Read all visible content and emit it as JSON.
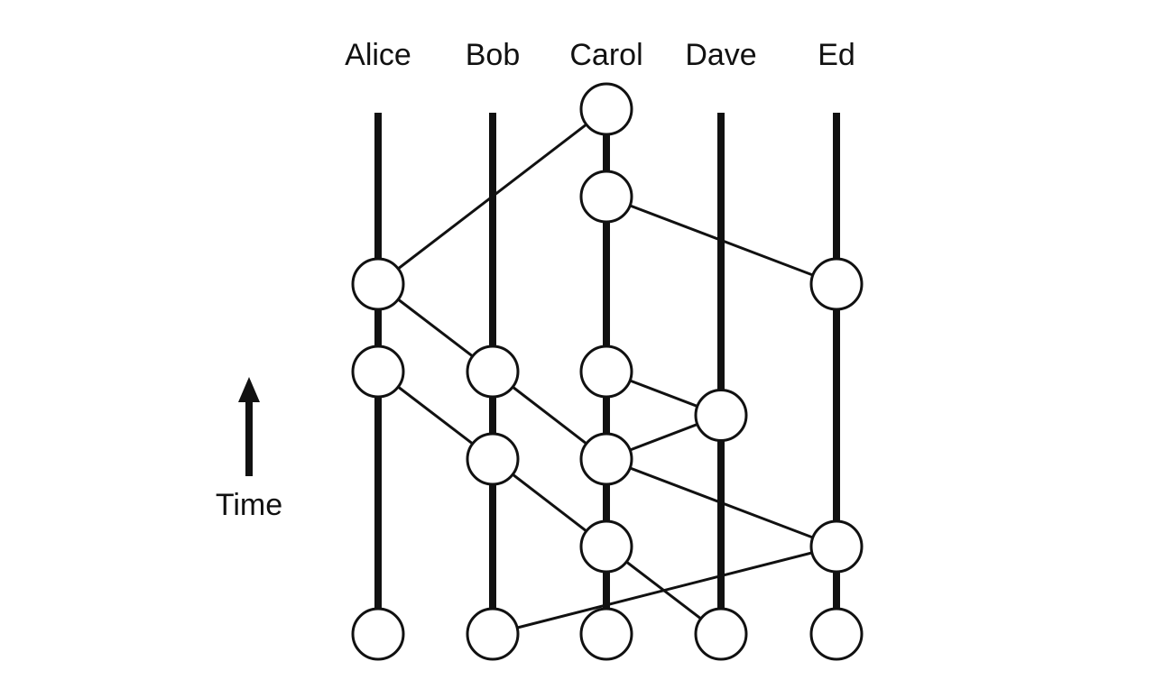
{
  "members": [
    "Alice",
    "Bob",
    "Carol",
    "Dave",
    "Ed"
  ],
  "time_label": "Time",
  "events": [
    {
      "member": "Carol",
      "row": 0
    },
    {
      "member": "Carol",
      "row": 1
    },
    {
      "member": "Alice",
      "row": 2
    },
    {
      "member": "Ed",
      "row": 2
    },
    {
      "member": "Alice",
      "row": 3
    },
    {
      "member": "Bob",
      "row": 3
    },
    {
      "member": "Carol",
      "row": 3
    },
    {
      "member": "Dave",
      "row": 3.5
    },
    {
      "member": "Bob",
      "row": 4
    },
    {
      "member": "Carol",
      "row": 4
    },
    {
      "member": "Carol",
      "row": 5
    },
    {
      "member": "Ed",
      "row": 5
    },
    {
      "member": "Alice",
      "row": 6
    },
    {
      "member": "Bob",
      "row": 6
    },
    {
      "member": "Carol",
      "row": 6
    },
    {
      "member": "Dave",
      "row": 6
    },
    {
      "member": "Ed",
      "row": 6
    }
  ],
  "edges": [
    [
      2,
      0
    ],
    [
      3,
      1
    ],
    [
      4,
      2
    ],
    [
      5,
      2
    ],
    [
      7,
      6
    ],
    [
      8,
      4
    ],
    [
      9,
      5
    ],
    [
      9,
      7
    ],
    [
      10,
      8
    ],
    [
      11,
      9
    ],
    [
      13,
      11
    ],
    [
      15,
      10
    ]
  ]
}
